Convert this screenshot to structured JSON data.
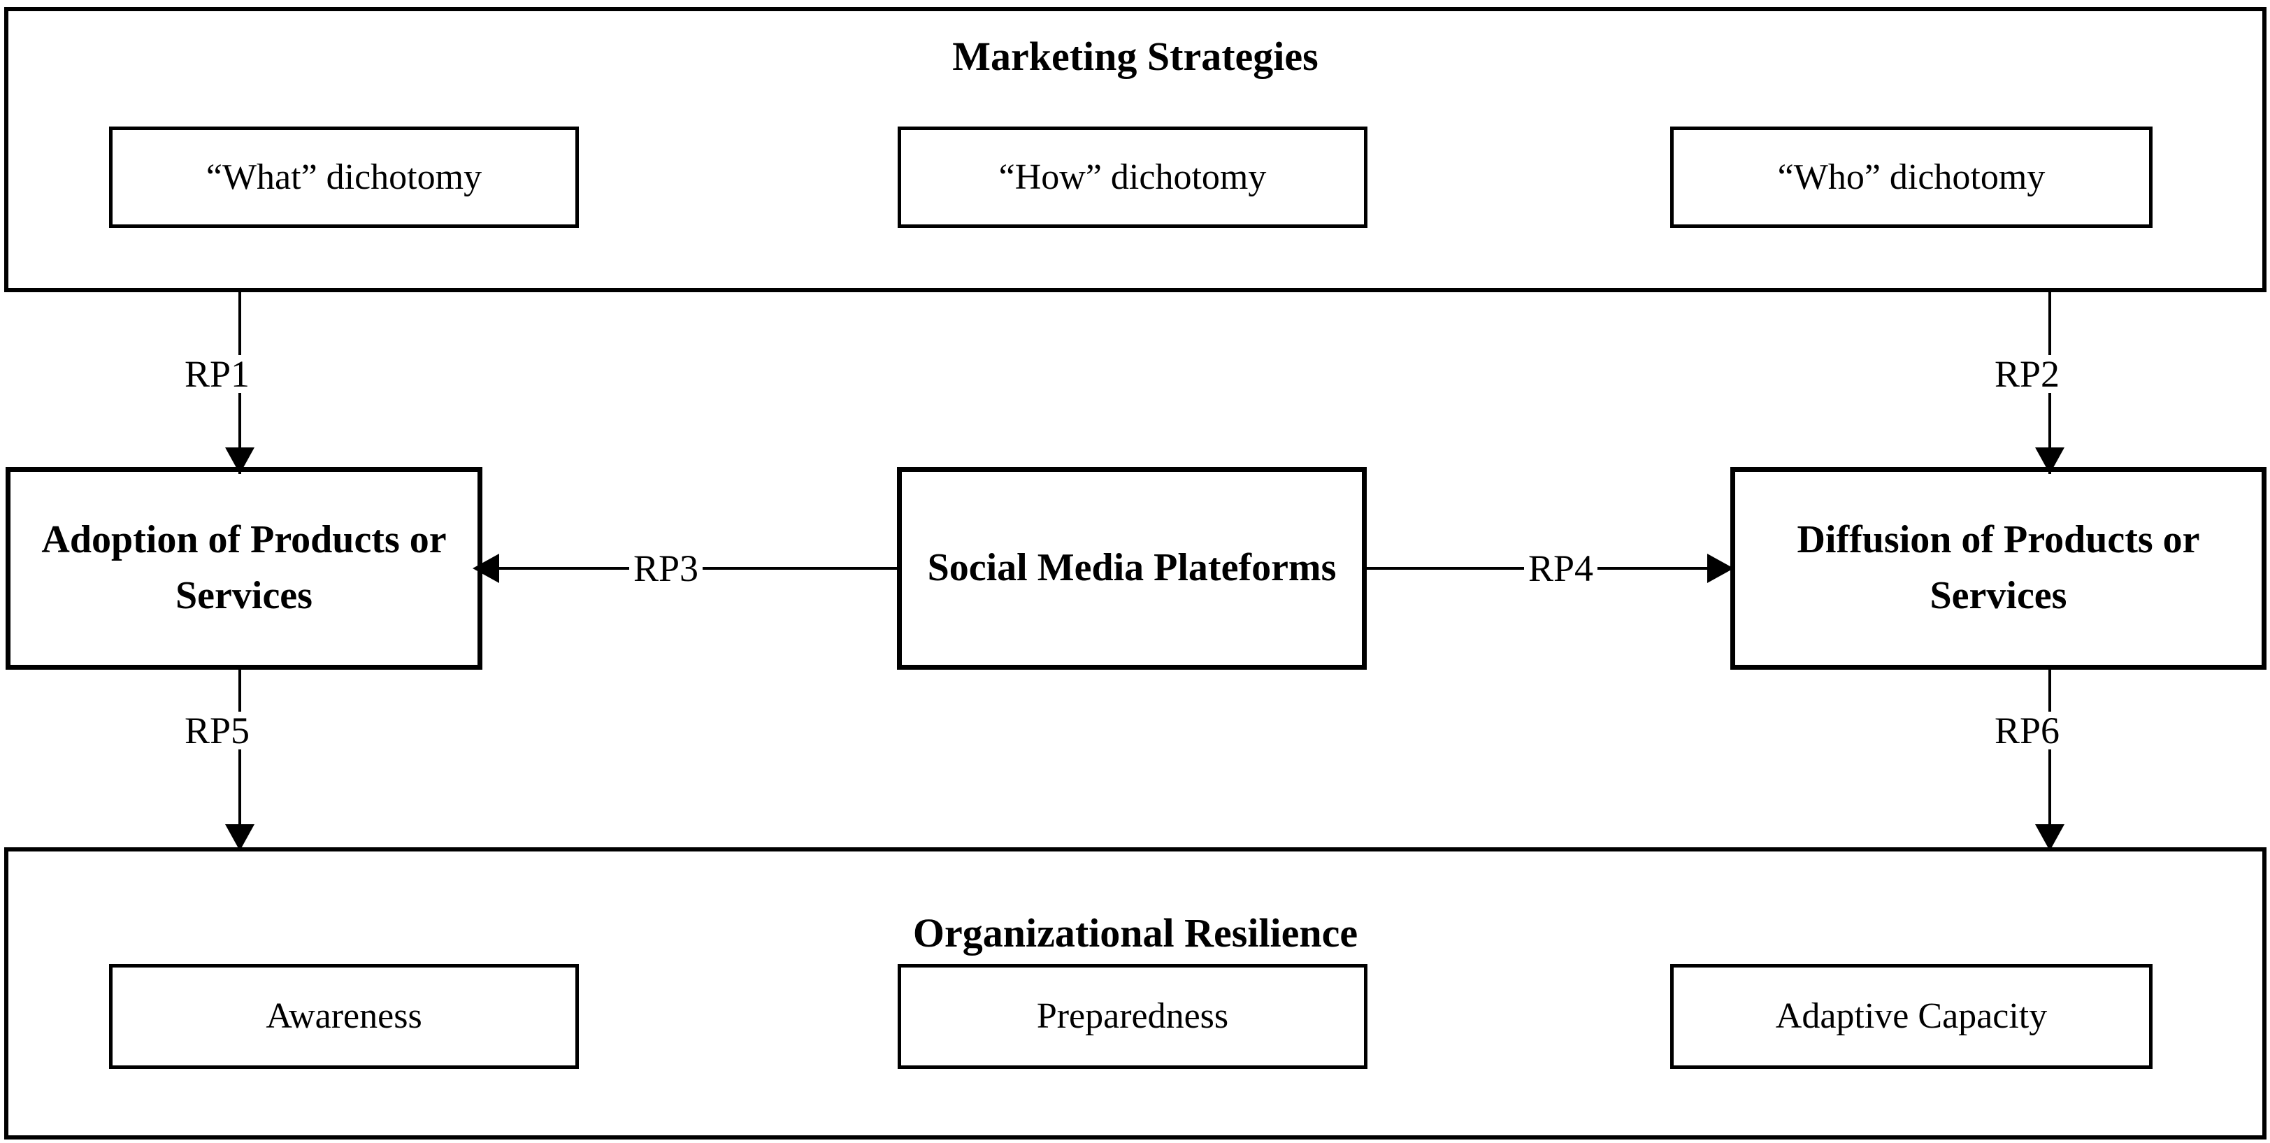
{
  "diagram": {
    "title": "Marketing Strategies and Organizational Resilience conceptual model",
    "groups": {
      "marketing": {
        "title": "Marketing Strategies",
        "items": [
          {
            "label": "“What” dichotomy"
          },
          {
            "label": "“How” dichotomy"
          },
          {
            "label": "“Who” dichotomy"
          }
        ]
      },
      "resilience": {
        "title": "Organizational Resilience",
        "items": [
          {
            "label": "Awareness"
          },
          {
            "label": "Preparedness"
          },
          {
            "label": "Adaptive Capacity"
          }
        ]
      }
    },
    "nodes": {
      "adoption": "Adoption of Products or Services",
      "social_media": "Social Media Plateforms",
      "diffusion": "Diffusion of Products or Services"
    },
    "edges": [
      {
        "id": "RP1",
        "label": "RP1",
        "from": "Marketing Strategies",
        "to": "Adoption of Products or Services",
        "direction": "down"
      },
      {
        "id": "RP2",
        "label": "RP2",
        "from": "Marketing Strategies",
        "to": "Diffusion of Products or Services",
        "direction": "down"
      },
      {
        "id": "RP3",
        "label": "RP3",
        "from": "Social Media Plateforms",
        "to": "Adoption of Products or Services",
        "direction": "left"
      },
      {
        "id": "RP4",
        "label": "RP4",
        "from": "Social Media Plateforms",
        "to": "Diffusion of Products or Services",
        "direction": "right"
      },
      {
        "id": "RP5",
        "label": "RP5",
        "from": "Adoption of Products or Services",
        "to": "Organizational Resilience",
        "direction": "down"
      },
      {
        "id": "RP6",
        "label": "RP6",
        "from": "Diffusion of Products or Services",
        "to": "Organizational Resilience",
        "direction": "down"
      }
    ],
    "colors": {
      "stroke": "#000000",
      "background": "#ffffff",
      "text": "#000000"
    }
  }
}
